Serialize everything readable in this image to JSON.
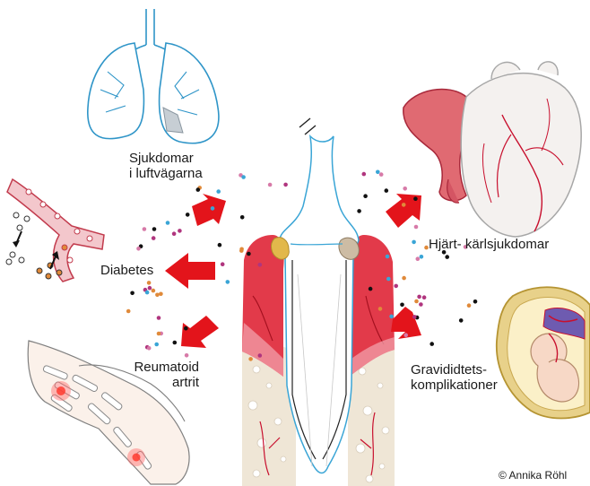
{
  "labels": {
    "respiratory_line1": "Sjukdomar",
    "respiratory_line2": "i luftvägarna",
    "diabetes": "Diabetes",
    "cardio": "Hjärt- kärlsjukdomar",
    "rheumatoid_line1": "Reumatoid",
    "rheumatoid_line2": "artrit",
    "pregnancy_line1": "Gravididtets-",
    "pregnancy_line2": "komplikationer"
  },
  "credit": "© Annika Röhl",
  "colors": {
    "arrow": "#e3141b",
    "gum": "#e23a4a",
    "gum_light": "#f7c9cf",
    "bone": "#efe6d6",
    "tooth_outline": "#3aa5d6",
    "lung_outline": "#2f95c8",
    "heart_vessel": "#c8102e",
    "bacteria": [
      "#b0357e",
      "#e08a3a",
      "#111111",
      "#3aa5d6",
      "#d77aa8"
    ]
  },
  "icons": [
    "lungs-icon",
    "blood-vessel-icon",
    "heart-icon",
    "hand-joint-icon",
    "fetus-icon",
    "tooth-icon"
  ]
}
